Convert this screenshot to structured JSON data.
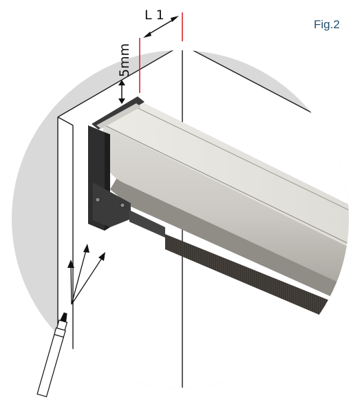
{
  "figure_label": "Fig.2",
  "dimension_length_label": "L 1",
  "dimension_gap_label": "5mm",
  "colors": {
    "circle_fill": "#d9d9d9",
    "wall_line": "#1a1a1a",
    "profile_top": "#e6e4df",
    "profile_face": "#cfcdc6",
    "profile_shadow": "#a9a7a0",
    "bracket": "#2e2e2e",
    "brush": "#3a3530",
    "guide_line": "#d6222a",
    "figure_label": "#1f4f6e"
  },
  "icons": {
    "pen": "marker-pen-icon",
    "arrow": "double-arrow-icon"
  }
}
